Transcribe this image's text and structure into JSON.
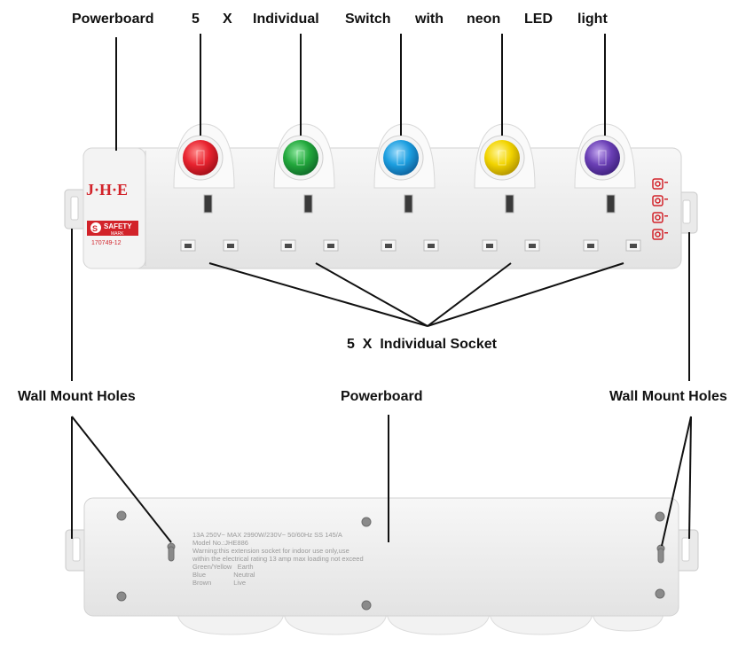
{
  "labels": {
    "powerboard_top": "Powerboard",
    "title_words": [
      "5",
      "X",
      "Individual",
      "Switch",
      "with",
      "neon",
      "LED",
      "light"
    ],
    "sockets": "5  X  Individual Socket",
    "wall_left": "Wall Mount Holes",
    "powerboard_bottom": "Powerboard",
    "wall_right": "Wall Mount Holes"
  },
  "brand": {
    "logo": "J·H·E",
    "safety_top": "SAFETY",
    "safety_bottom": "MARK",
    "approval": "170749-12"
  },
  "switch_colors": [
    "#e8232f",
    "#22a83c",
    "#1c9fe0",
    "#f2d400",
    "#6a3fb5"
  ],
  "rating_text": [
    "13A 250V~ MAX 2990W/230V~ 50/60Hz SS 145/A",
    "Model No.:JHE886",
    "Warning:this extension socket for indoor use only,use",
    "within the electrical rating 13 amp max loading not exceed",
    "Green/Yellow   Earth",
    "Blue               Neutral",
    "Brown            Live"
  ],
  "colors": {
    "board": "#f2f2f2",
    "accent": "#d2232a",
    "line": "#111111"
  }
}
